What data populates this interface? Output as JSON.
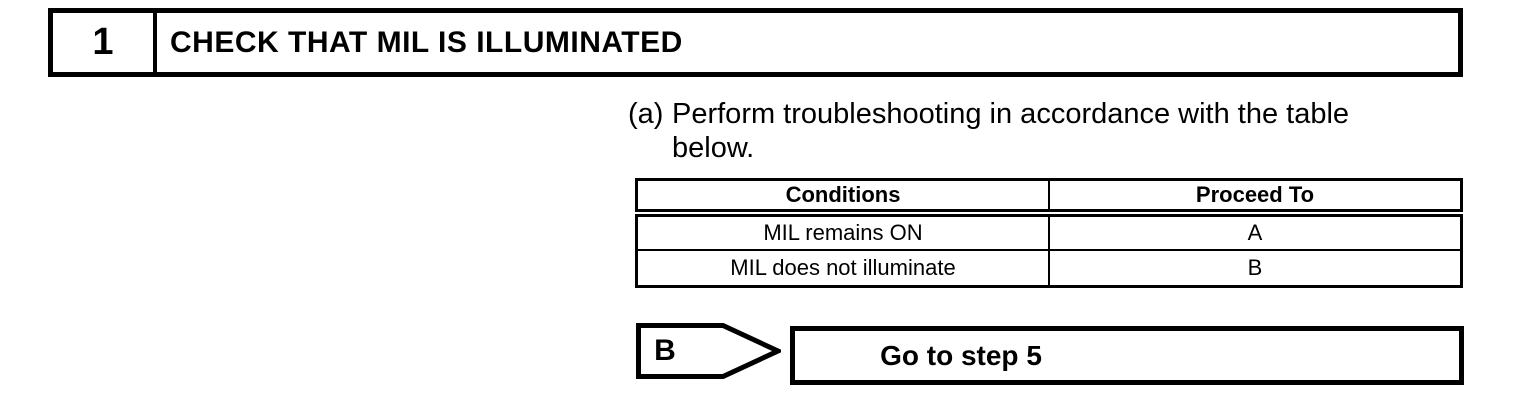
{
  "colors": {
    "ink": "#000000",
    "paper": "#ffffff"
  },
  "step_header": {
    "number": "1",
    "title": "CHECK THAT MIL IS ILLUMINATED"
  },
  "instruction": {
    "marker": "(a)",
    "text": "Perform troubleshooting in accordance with the table below."
  },
  "troubleshooting_table": {
    "headers": [
      "Conditions",
      "Proceed To"
    ],
    "rows": [
      {
        "condition": "MIL remains ON",
        "proceed_to": "A"
      },
      {
        "condition": "MIL does not illuminate",
        "proceed_to": "B"
      }
    ]
  },
  "result_connector": {
    "label": "B",
    "action": "Go to step 5"
  }
}
